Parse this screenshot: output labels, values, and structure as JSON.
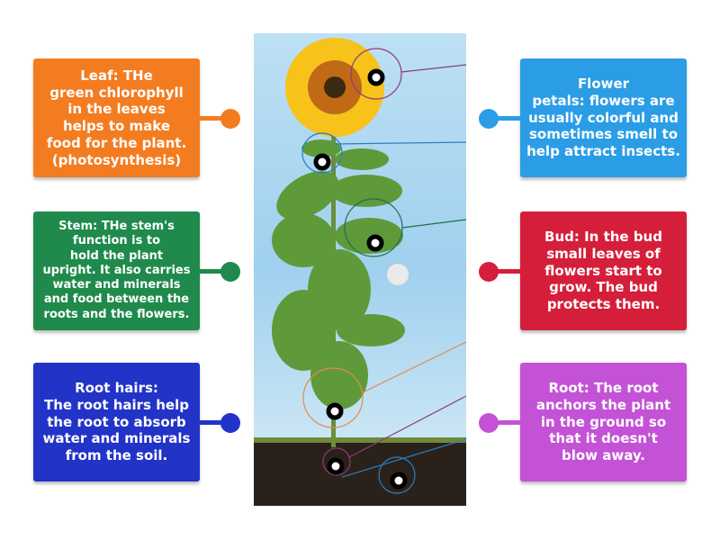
{
  "labels": [
    {
      "text": "Leaf: THe\ngreen chlorophyll\nin the leaves\nhelps to make\nfood for the plant.\n(photosynthesis)",
      "color": "#f47c20",
      "side": "left"
    },
    {
      "text": "Stem: THe stem's\nfunction is to\nhold the plant\nupright. It also carries\nwater and minerals\nand food between the\nroots and the flowers.",
      "color": "#1f8a4c",
      "side": "left"
    },
    {
      "text": "Root hairs:\nThe root hairs help\nthe root to absorb\nwater and minerals\nfrom the soil.",
      "color": "#2233c8",
      "side": "left"
    },
    {
      "text": "Flower\npetals: flowers are\nusually colorful and\nsometimes smell to\nhelp attract insects.",
      "color": "#2a9de6",
      "side": "right"
    },
    {
      "text": "Bud: In the bud\nsmall leaves of\nflowers start to\ngrow. The bud\nprotects them.",
      "color": "#d51f3a",
      "side": "right"
    },
    {
      "text": "Root: The root\nanchors the plant\nin the ground so\nthat it doesn't\nblow away.",
      "color": "#c452d6",
      "side": "right"
    }
  ]
}
